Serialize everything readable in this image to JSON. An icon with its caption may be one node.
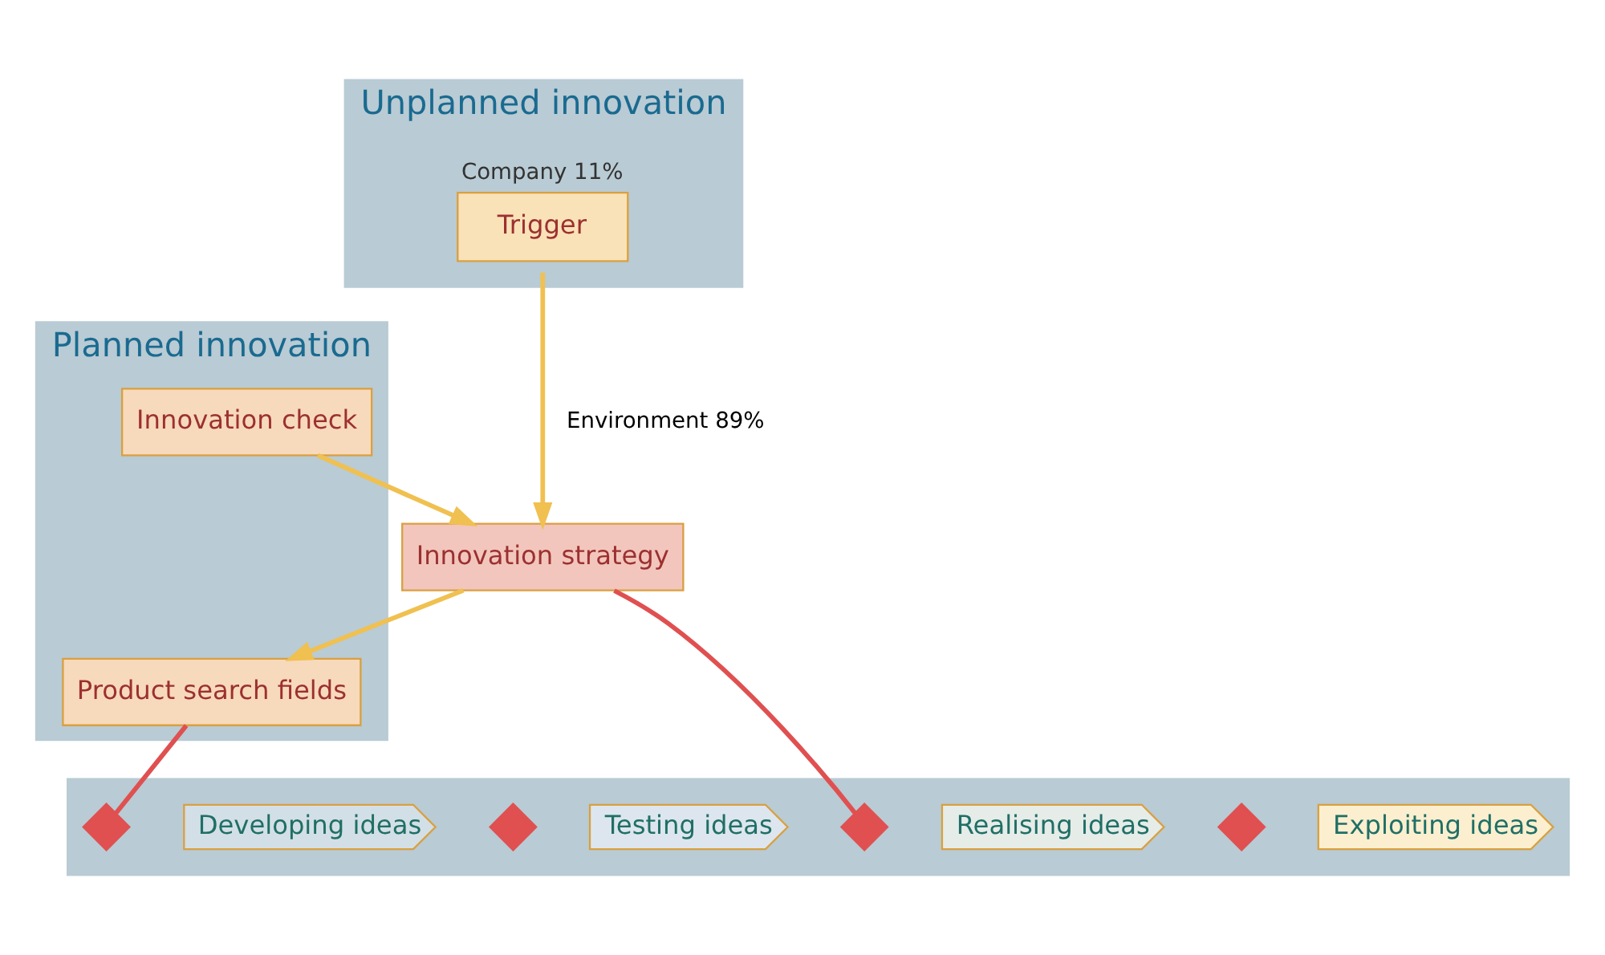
{
  "diagram": {
    "nodes": [
      {
        "text": [
          "Planned innovation"
        ]
      },
      {
        "text": [
          "Innovation check"
        ],
        "in": 0
      },
      {
        "text": [
          "Product search fields"
        ],
        "in": 0
      },
      {
        "text": [
          "Unplanned innovation"
        ]
      },
      {
        "text": [
          "Trigger"
        ],
        "in": 3,
        "beside": [
          "Company 11%"
        ]
      },
      {
        "text": [
          "Innovation strategy"
        ]
      },
      {
        "text": [],
        "shape": "bar"
      },
      {
        "text": [],
        "shape": "diamond",
        "in": 6
      },
      {
        "text": [
          "Developing ideas"
        ],
        "in": 6
      },
      {
        "text": [],
        "shape": "diamond",
        "in": 6
      },
      {
        "text": [
          "Testing ideas"
        ],
        "in": 6
      },
      {
        "text": [],
        "shape": "diamond",
        "in": 6
      },
      {
        "text": [
          "Realising ideas"
        ],
        "in": 6
      },
      {
        "text": [],
        "shape": "diamond",
        "in": 6
      },
      {
        "text": [
          "Exploiting ideas"
        ],
        "in": 6
      }
    ],
    "edges": [
      {
        "from": 1,
        "to": 5,
        "arrow": "to"
      },
      {
        "from": 4,
        "to": 5,
        "arrow": "to",
        "label": "Environment 89%"
      },
      {
        "from": 5,
        "to": 2,
        "arrow": "to"
      },
      {
        "from": 2,
        "to": 7,
        "arrow": "none",
        "color": "#e05050"
      },
      {
        "from": 5,
        "to": 11,
        "arrow": "none",
        "color": "#e05050"
      }
    ]
  }
}
